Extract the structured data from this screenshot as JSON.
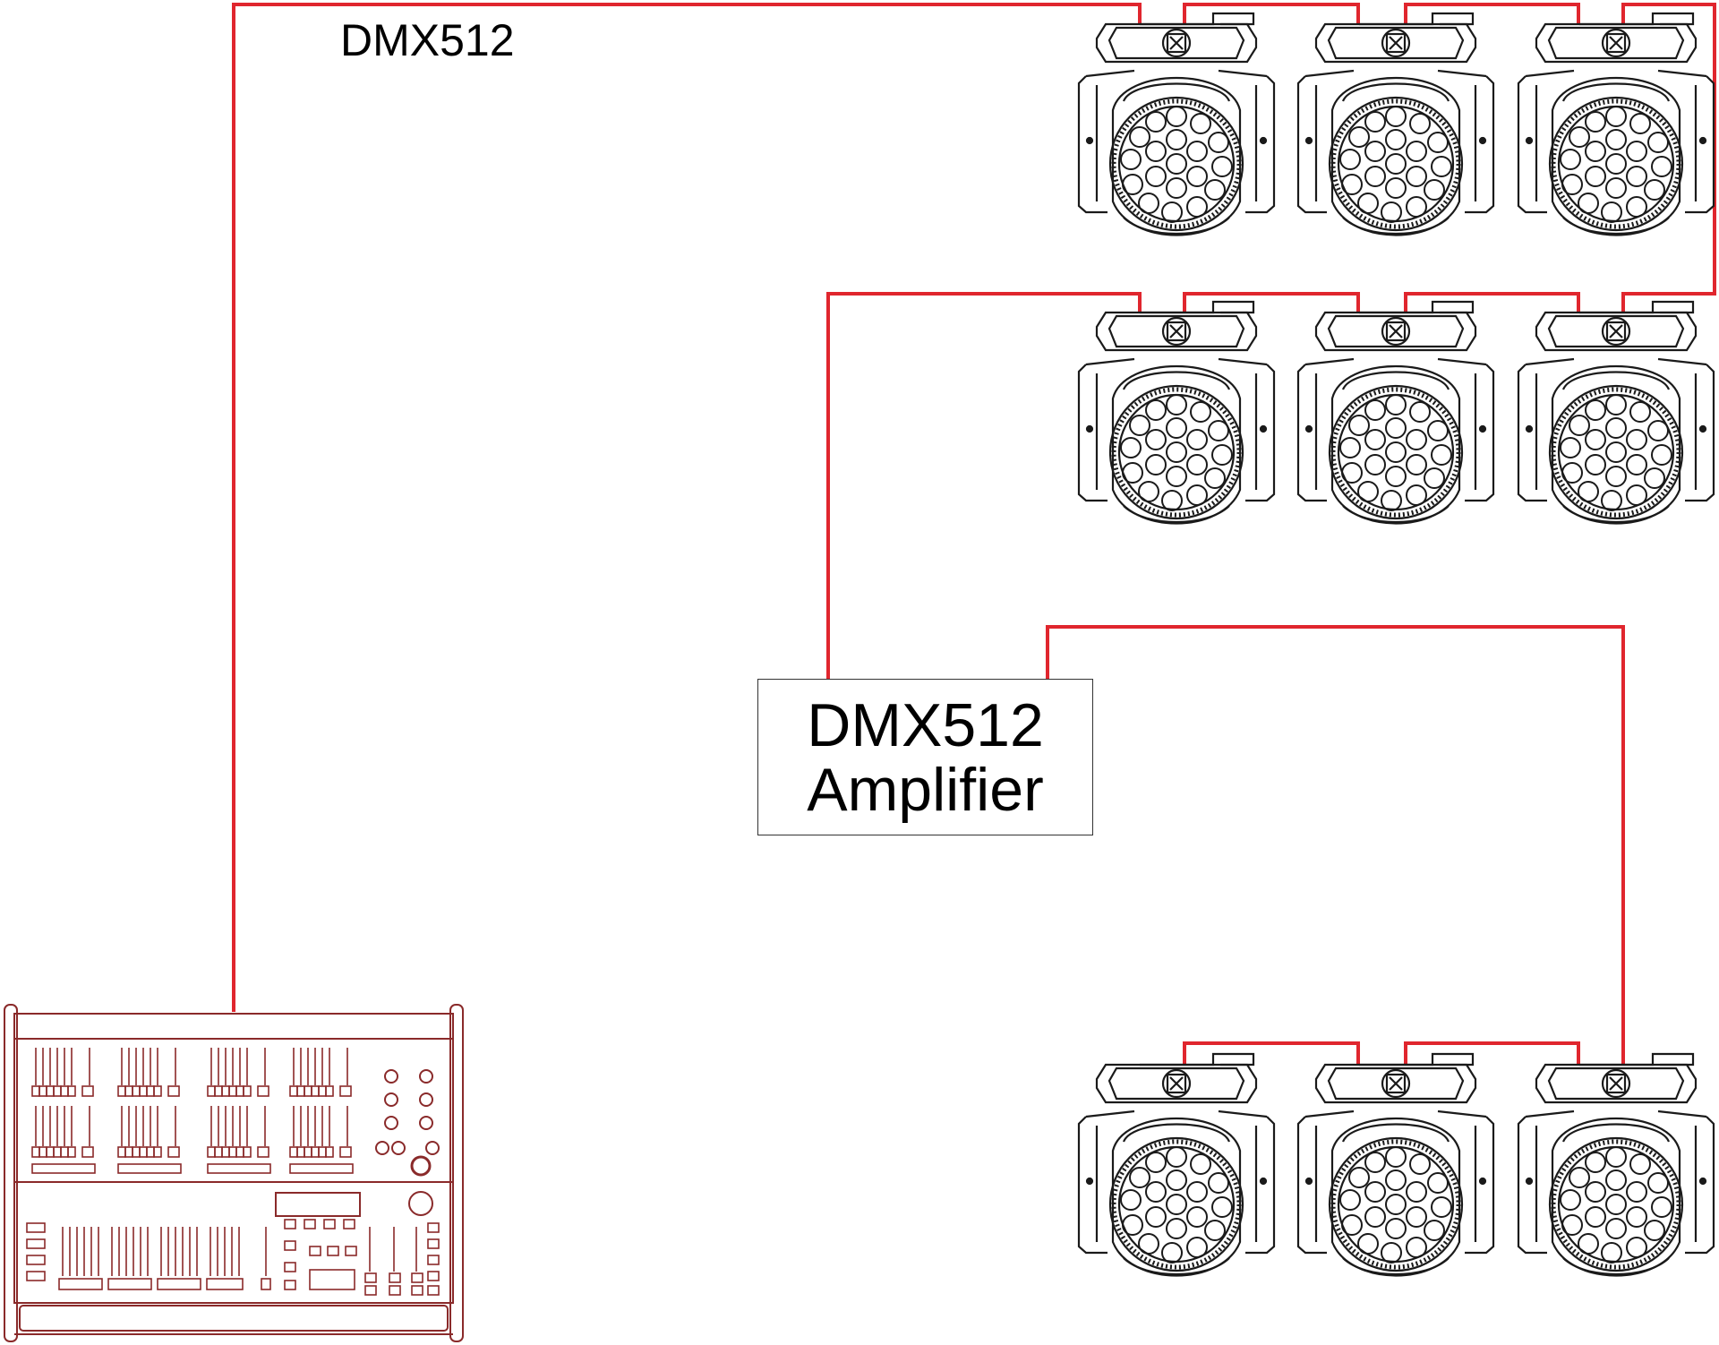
{
  "diagram": {
    "cable_label": "DMX512",
    "amplifier": {
      "line1": "DMX512",
      "line2": "Amplifier"
    },
    "colors": {
      "cable": "#e0262e",
      "console": "#8a2a2a",
      "fixture": "#1a1a1a"
    },
    "icons": {
      "fixture": "moving-head-fixture-icon",
      "console": "lighting-console-icon"
    },
    "fixture_rows": [
      {
        "name": "row-1",
        "count": 3
      },
      {
        "name": "row-2",
        "count": 3
      },
      {
        "name": "row-3",
        "count": 3
      }
    ]
  }
}
